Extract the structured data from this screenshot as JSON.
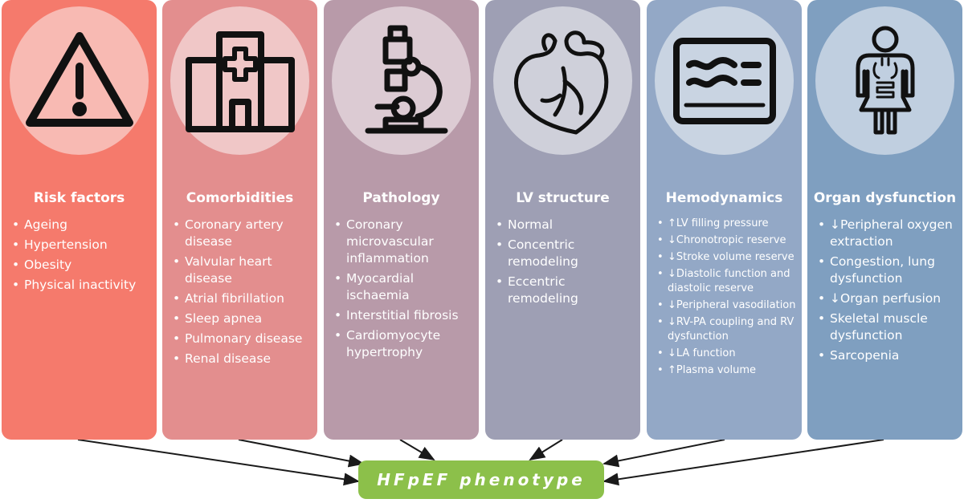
{
  "columns": [
    {
      "title": "Risk factors",
      "icon": "warning-triangle-icon",
      "color": "#f57a6c",
      "circle": "#f8bab3",
      "items": [
        "Ageing",
        "Hypertension",
        "Obesity",
        "Physical inactivity"
      ]
    },
    {
      "title": "Comorbidities",
      "icon": "hospital-icon",
      "color": "#e38e8e",
      "circle": "#f0c7c7",
      "items": [
        "Coronary artery disease",
        "Valvular heart disease",
        "Atrial fibrillation",
        "Sleep apnea",
        "Pulmonary disease",
        "Renal disease"
      ]
    },
    {
      "title": "Pathology",
      "icon": "microscope-icon",
      "color": "#b89aa9",
      "circle": "#dccbd3",
      "items": [
        "Coronary microvascular inflammation",
        "Myocardial ischaemia",
        "Interstitial fibrosis",
        "Cardiomyocyte hypertrophy"
      ]
    },
    {
      "title": "LV structure",
      "icon": "heart-icon",
      "color": "#9e9fb4",
      "circle": "#cfd0da",
      "items": [
        "Normal",
        "Concentric remodeling",
        "Eccentric remodeling"
      ]
    },
    {
      "title": "Hemodynamics",
      "icon": "monitor-icon",
      "color": "#93a8c6",
      "circle": "#c9d4e2",
      "items": [
        "↑LV filling pressure",
        "↓Chronotropic reserve",
        "↓Stroke volume reserve",
        "↓Diastolic function and diastolic reserve",
        "↓Peripheral vasodilation",
        "↓RV-PA coupling and RV dysfunction",
        "↓LA function",
        "↑Plasma volume"
      ]
    },
    {
      "title": "Organ dysfunction",
      "icon": "human-organs-icon",
      "color": "#7f9fc0",
      "circle": "#c0cfe0",
      "items": [
        "↓Peripheral oxygen extraction",
        "Congestion, lung dysfunction",
        "↓Organ perfusion",
        "Skeletal muscle dysfunction",
        "Sarcopenia"
      ]
    }
  ],
  "target": {
    "label": "HFpEF phenotype",
    "color": "#8cc04a"
  }
}
